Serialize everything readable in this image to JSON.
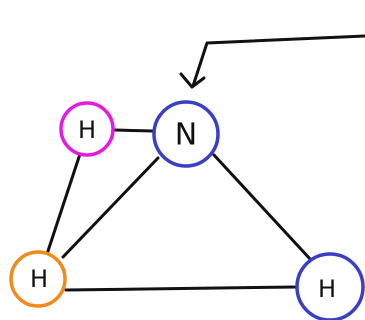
{
  "diagram": {
    "nodes": [
      {
        "id": "n",
        "label": "N",
        "color": "#3a3fc4"
      },
      {
        "id": "h1",
        "label": "H",
        "color": "#e21de0"
      },
      {
        "id": "h2",
        "label": "H",
        "color": "#f28a1a"
      },
      {
        "id": "h3",
        "label": "H",
        "color": "#3a3fc4"
      }
    ],
    "edges": [
      {
        "from": "h1",
        "to": "n"
      },
      {
        "from": "h1",
        "to": "h2"
      },
      {
        "from": "n",
        "to": "h2"
      },
      {
        "from": "n",
        "to": "h3"
      },
      {
        "from": "h2",
        "to": "h3"
      }
    ],
    "pointer": {
      "target": "n"
    }
  }
}
